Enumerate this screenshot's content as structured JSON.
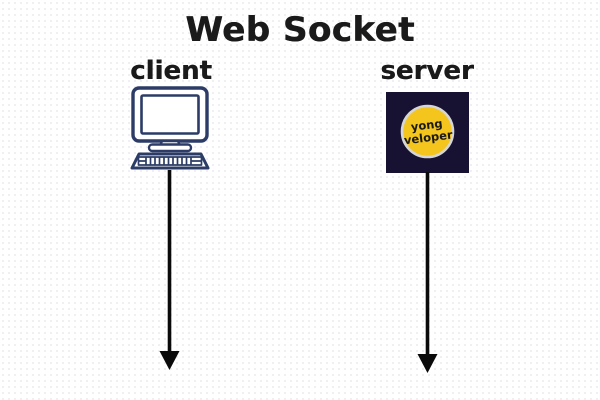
{
  "diagram": {
    "title": "Web Socket",
    "client": {
      "label": "client",
      "icon": "desktop-computer-icon"
    },
    "server": {
      "label": "server",
      "icon": "yongveloper-logo",
      "logo": {
        "line1": "yong",
        "line2": "veloper"
      }
    },
    "arrows": {
      "client_direction": "down",
      "server_direction": "down"
    },
    "colors": {
      "text": "#1a1a1a",
      "computer_outline": "#2c3c66",
      "computer_fill": "#ffffff",
      "server_background": "#171231",
      "logo_yellow": "#f4c51c",
      "logo_ring": "#d6d6d6",
      "arrow": "#0a0a0a",
      "background_dot": "#ebebf2"
    }
  }
}
